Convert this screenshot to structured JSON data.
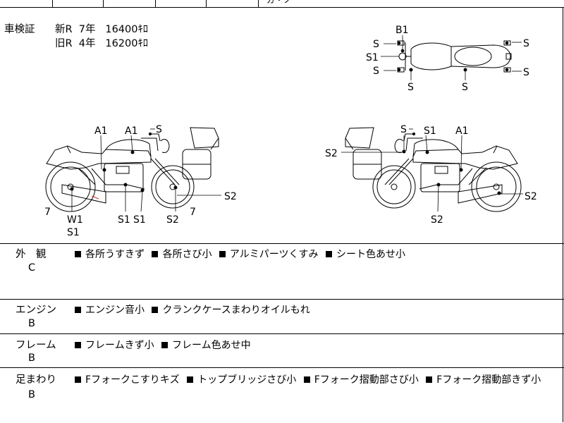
{
  "header_partial_text": "ガ・ノ",
  "certificate": {
    "label": "車検証",
    "new_line": "新R  7年   16400ｷﾛ",
    "old_line": "旧R  4年   16200ｷﾛ"
  },
  "diagram_labels": {
    "top_view": {
      "b1": "B1",
      "s": "S",
      "s1": "S1"
    },
    "left_side": {
      "a1": "A1",
      "s": "S",
      "s1": "S1",
      "s2": "S2",
      "w1": "W1",
      "seven": "7"
    },
    "right_side": {
      "a1": "A1",
      "s": "S",
      "s1": "S1",
      "s2": "S2"
    }
  },
  "sections": [
    {
      "label": "外　観",
      "grade": "C",
      "items": [
        "各所うすきず",
        "各所さび小",
        "アルミパーツくすみ",
        "シート色あせ小"
      ]
    },
    {
      "label": "エンジン",
      "grade": "B",
      "items": [
        "エンジン音小",
        "クランクケースまわりオイルもれ"
      ]
    },
    {
      "label": "フレーム",
      "grade": "B",
      "items": [
        "フレームきず小",
        "フレーム色あせ中"
      ]
    },
    {
      "label": "足まわり",
      "grade": "B",
      "items": [
        "Fフォークこすりキズ",
        "トップブリッジさび小",
        "Fフォーク摺動部さび小",
        "Fフォーク摺動部きず小"
      ]
    }
  ]
}
